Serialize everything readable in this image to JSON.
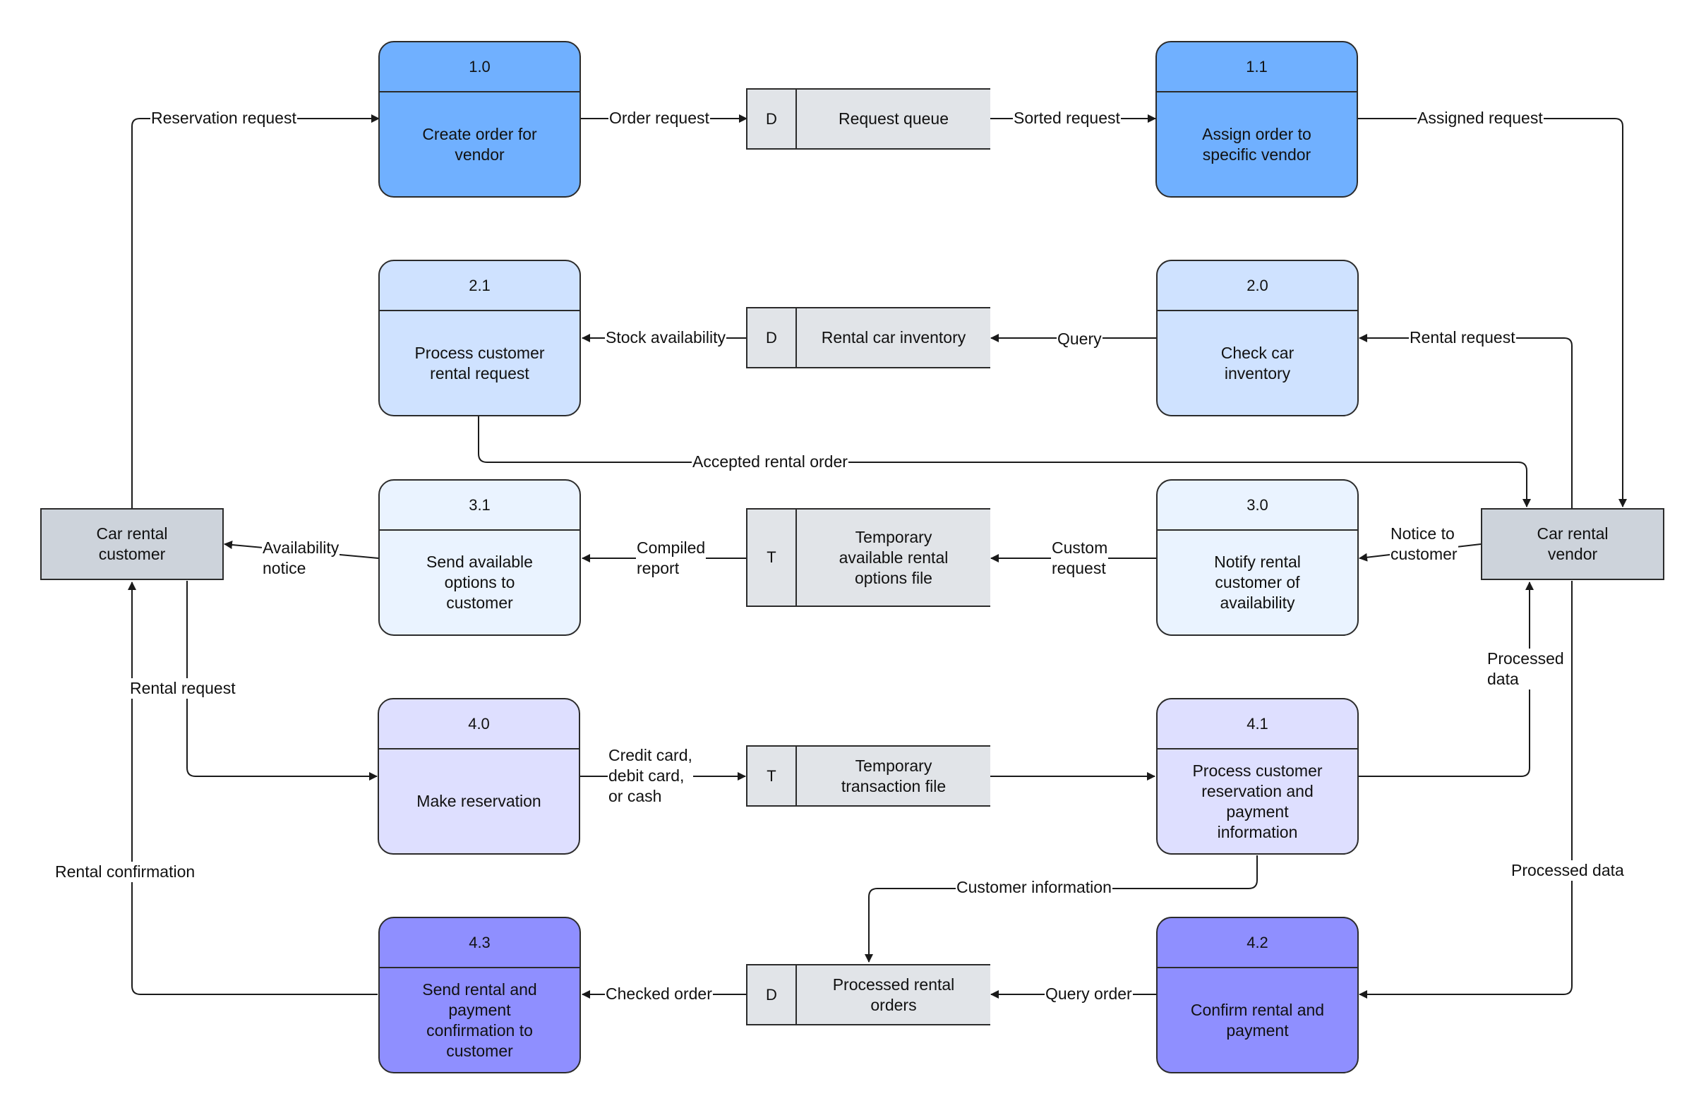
{
  "colors": {
    "level1": "#70b0ff",
    "level2": "#cfe2ff",
    "level3": "#eaf3ff",
    "level4": "#dedfff",
    "level5": "#8f8fff",
    "store_fill": "#e1e4e8",
    "entity_fill": "#cdd3db",
    "line": "#1a1a1a"
  },
  "entities": {
    "customer": "Car rental\ncustomer",
    "vendor": "Car rental\nvendor"
  },
  "processes": {
    "p10": {
      "id": "1.0",
      "text": "Create order for\nvendor"
    },
    "p11": {
      "id": "1.1",
      "text": "Assign order to\nspecific vendor"
    },
    "p21": {
      "id": "2.1",
      "text": "Process customer\nrental request"
    },
    "p20": {
      "id": "2.0",
      "text": "Check car\ninventory"
    },
    "p31": {
      "id": "3.1",
      "text": "Send available\noptions to\ncustomer"
    },
    "p30": {
      "id": "3.0",
      "text": "Notify rental\ncustomer of\navailability"
    },
    "p40": {
      "id": "4.0",
      "text": "Make reservation"
    },
    "p41": {
      "id": "4.1",
      "text": "Process customer\nreservation and\npayment\ninformation"
    },
    "p43": {
      "id": "4.3",
      "text": "Send rental and\npayment\nconfirmation to\ncustomer"
    },
    "p42": {
      "id": "4.2",
      "text": "Confirm rental and\npayment"
    }
  },
  "stores": {
    "request_queue": {
      "kind": "D",
      "name": "Request queue"
    },
    "rental_inventory": {
      "kind": "D",
      "name": "Rental car inventory"
    },
    "temp_options": {
      "kind": "T",
      "name": "Temporary\navailable rental\noptions file"
    },
    "temp_transaction": {
      "kind": "T",
      "name": "Temporary\ntransaction file"
    },
    "processed_orders": {
      "kind": "D",
      "name": "Processed rental\norders"
    }
  },
  "flows": {
    "reservation_request": "Reservation request",
    "order_request": "Order request",
    "sorted_request": "Sorted request",
    "assigned_request": "Assigned request",
    "stock_availability": "Stock availability",
    "query": "Query",
    "rental_request_vendor": "Rental request",
    "accepted_rental_order": "Accepted rental order",
    "availability_notice": "Availability\nnotice",
    "compiled_report": "Compiled\nreport",
    "custom_request": "Custom\nrequest",
    "notice_to_customer": "Notice to\ncustomer",
    "rental_request_customer": "Rental request",
    "payment_methods": "Credit card,\ndebit card,\nor cash",
    "processed_data_up": "Processed\ndata",
    "rental_confirmation": "Rental confirmation",
    "customer_information": "Customer information",
    "processed_data_down": "Processed data",
    "checked_order": "Checked order",
    "query_order": "Query order"
  }
}
